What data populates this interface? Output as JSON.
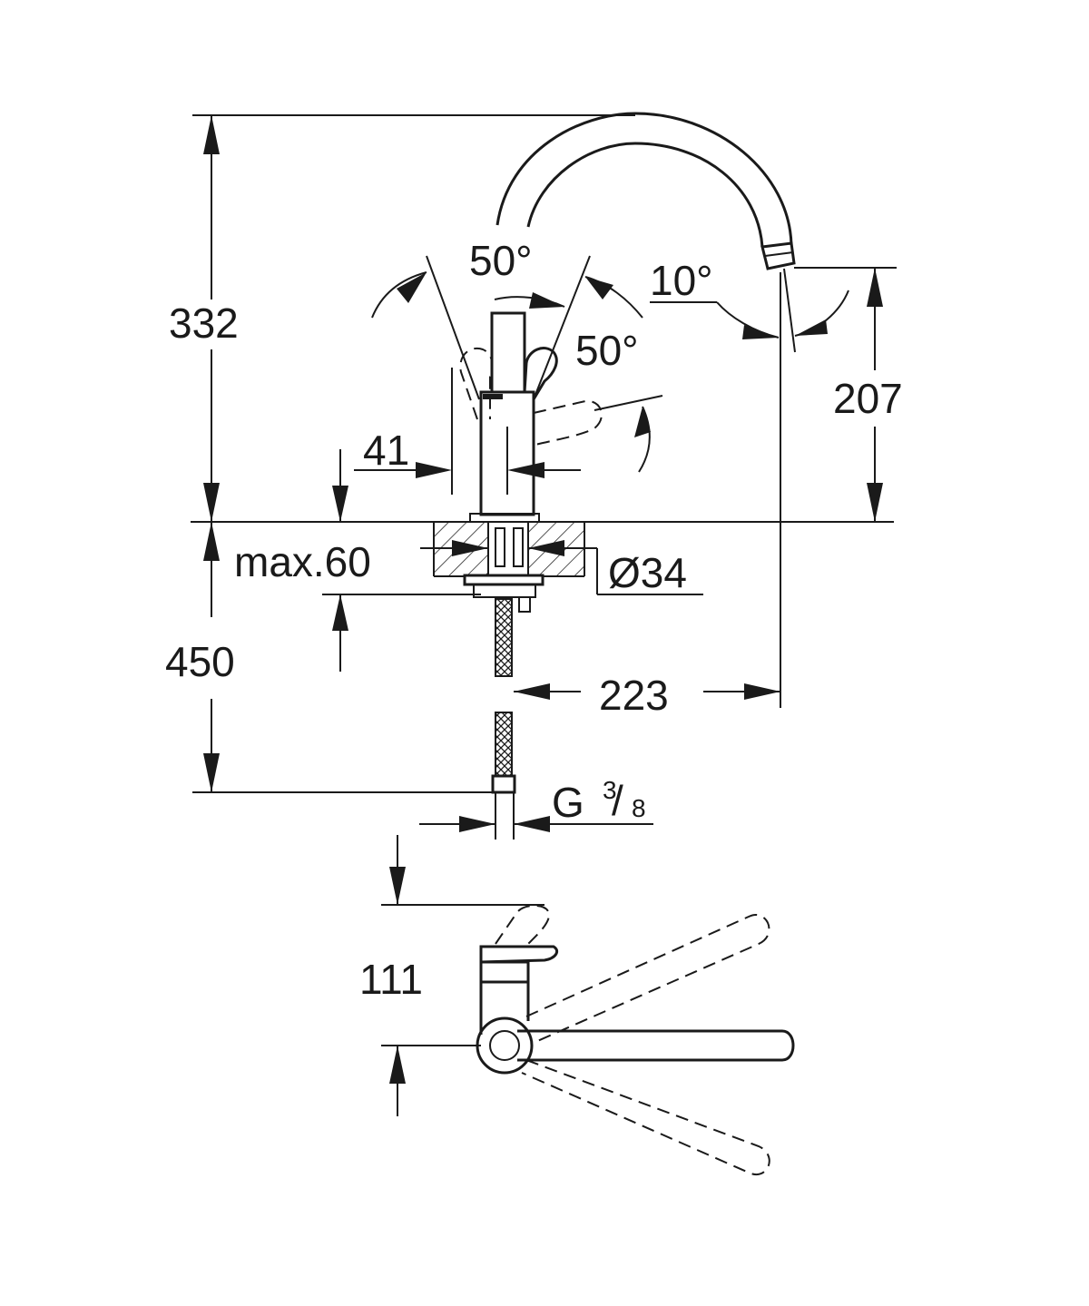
{
  "dimensions": {
    "height_total": "332",
    "spout_height": "207",
    "lever_angle_left": "50°",
    "lever_angle_right": "50°",
    "spout_tilt": "10°",
    "lever_offset": "41",
    "deck_thickness": "max.60",
    "hole_diameter": "Ø34",
    "hose_length": "450",
    "spout_reach": "223",
    "connection_prefix": "G",
    "connection_num": "3",
    "connection_den": "8",
    "top_view_height": "111"
  },
  "colors": {
    "line": "#1a1a1a",
    "background": "#ffffff"
  }
}
